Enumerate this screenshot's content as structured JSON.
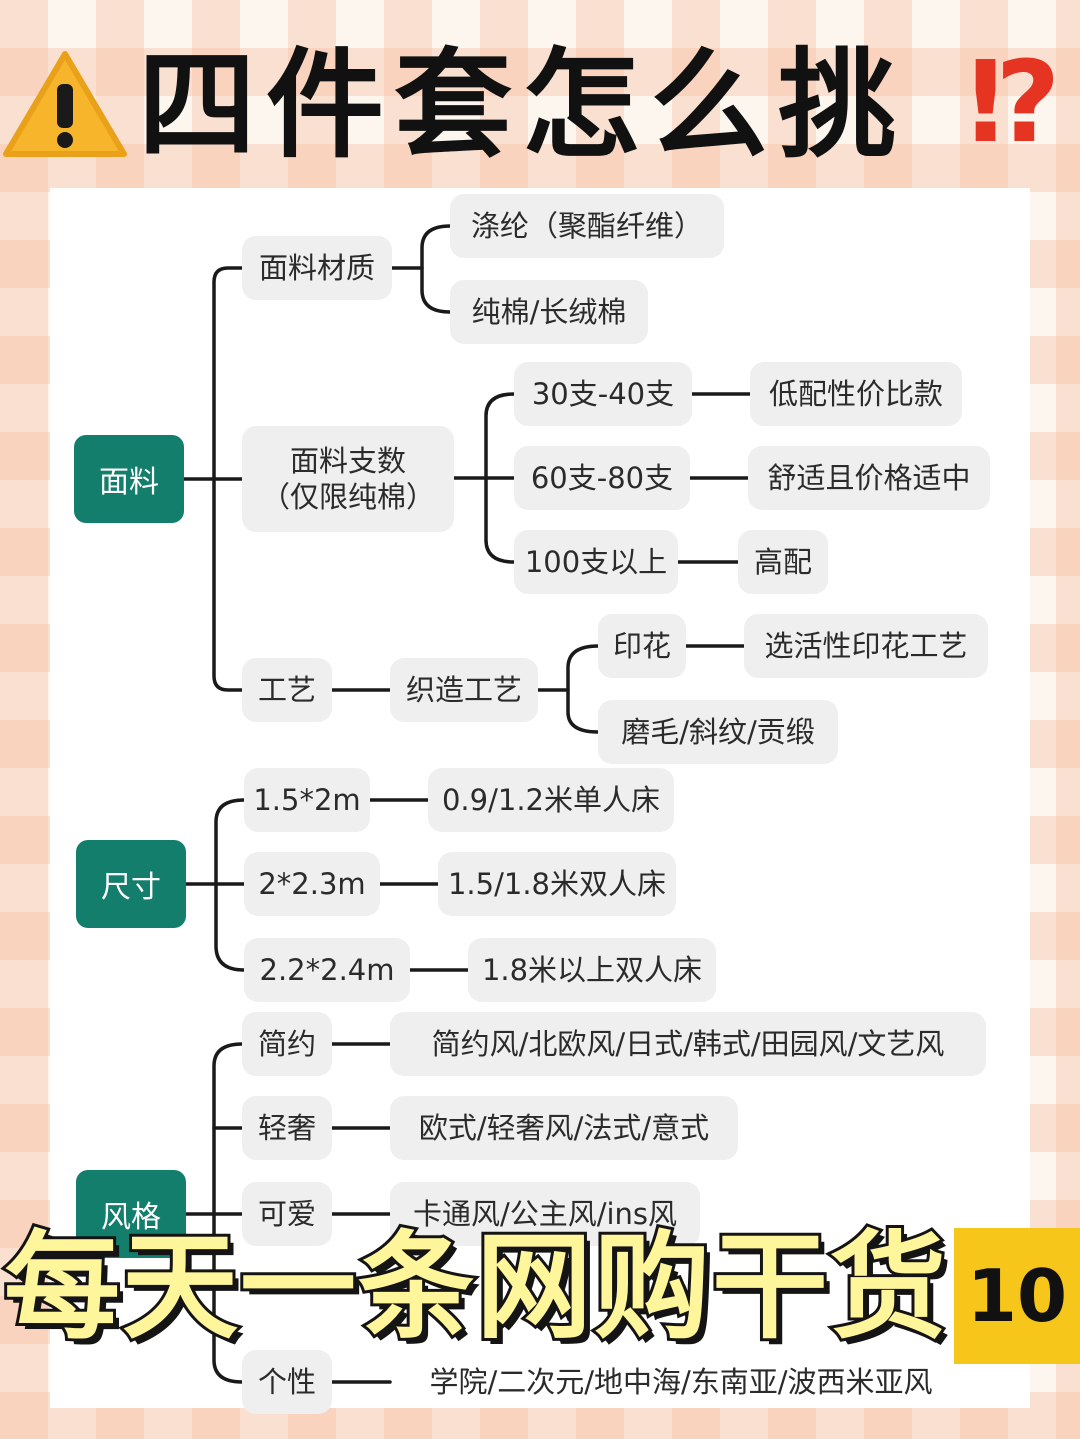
{
  "title": {
    "text": "四件套怎么挑",
    "marks": "⁉"
  },
  "mindmap": {
    "fabric": {
      "label": "面料",
      "material": {
        "label": "面料材质",
        "items": [
          "涤纶（聚酯纤维）",
          "纯棉/长绒棉"
        ]
      },
      "count": {
        "label": "面料支数\n（仅限纯棉）",
        "items": [
          {
            "label": "30支-40支",
            "note": "低配性价比款"
          },
          {
            "label": "60支-80支",
            "note": "舒适且价格适中"
          },
          {
            "label": "100支以上",
            "note": "高配"
          }
        ]
      },
      "craft": {
        "label": "工艺",
        "weave": "织造工艺",
        "items": [
          {
            "label": "印花",
            "note": "选活性印花工艺"
          },
          {
            "label": "磨毛/斜纹/贡缎"
          }
        ]
      }
    },
    "size": {
      "label": "尺寸",
      "items": [
        {
          "label": "1.5*2m",
          "note": "0.9/1.2米单人床"
        },
        {
          "label": "2*2.3m",
          "note": "1.5/1.8米双人床"
        },
        {
          "label": "2.2*2.4m",
          "note": "1.8米以上双人床"
        }
      ]
    },
    "style": {
      "label": "风格",
      "items": [
        {
          "label": "简约",
          "note": "简约风/北欧风/日式/韩式/田园风/文艺风"
        },
        {
          "label": "轻奢",
          "note": "欧式/轻奢风/法式/意式"
        },
        {
          "label": "可爱",
          "note": "卡通风/公主风/ins风"
        },
        {
          "label": "个性",
          "note": "学院/二次元/地中海/东南亚/波西米亚风"
        }
      ]
    }
  },
  "banner": {
    "text": "每天一条网购干货",
    "number": "10"
  },
  "colors": {
    "root": "#137e6c",
    "node": "#efefef",
    "line": "#1a1a1a",
    "banner_text": "#fff59a",
    "badge": "#f6c61a",
    "exclaim": "#e63423"
  }
}
